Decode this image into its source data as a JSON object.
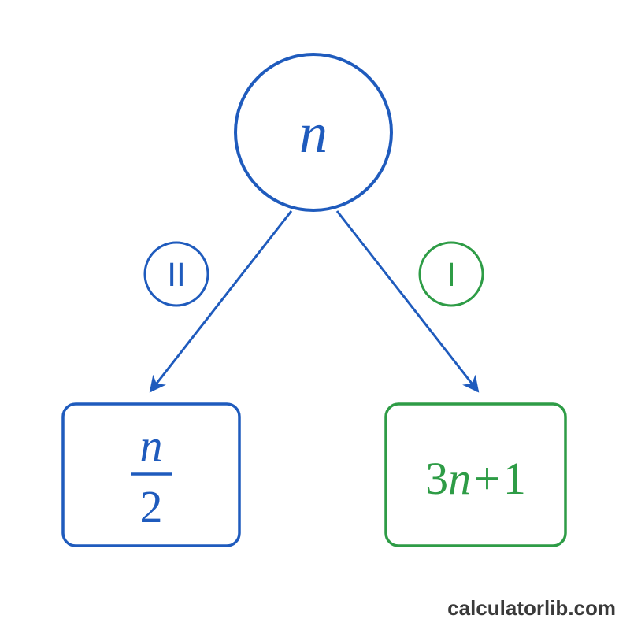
{
  "colors": {
    "blue": "#1f5bbd",
    "green": "#2e9c46",
    "watermark": "#3a3a3a",
    "background": "#ffffff"
  },
  "root": {
    "variable": "n"
  },
  "left_branch": {
    "label": "II",
    "numerator": "n",
    "denominator": "2"
  },
  "right_branch": {
    "label": "I",
    "coefficient": "3",
    "variable": "n",
    "plus": "+",
    "constant": "1"
  },
  "watermark": {
    "text": "calculatorlib.com"
  }
}
